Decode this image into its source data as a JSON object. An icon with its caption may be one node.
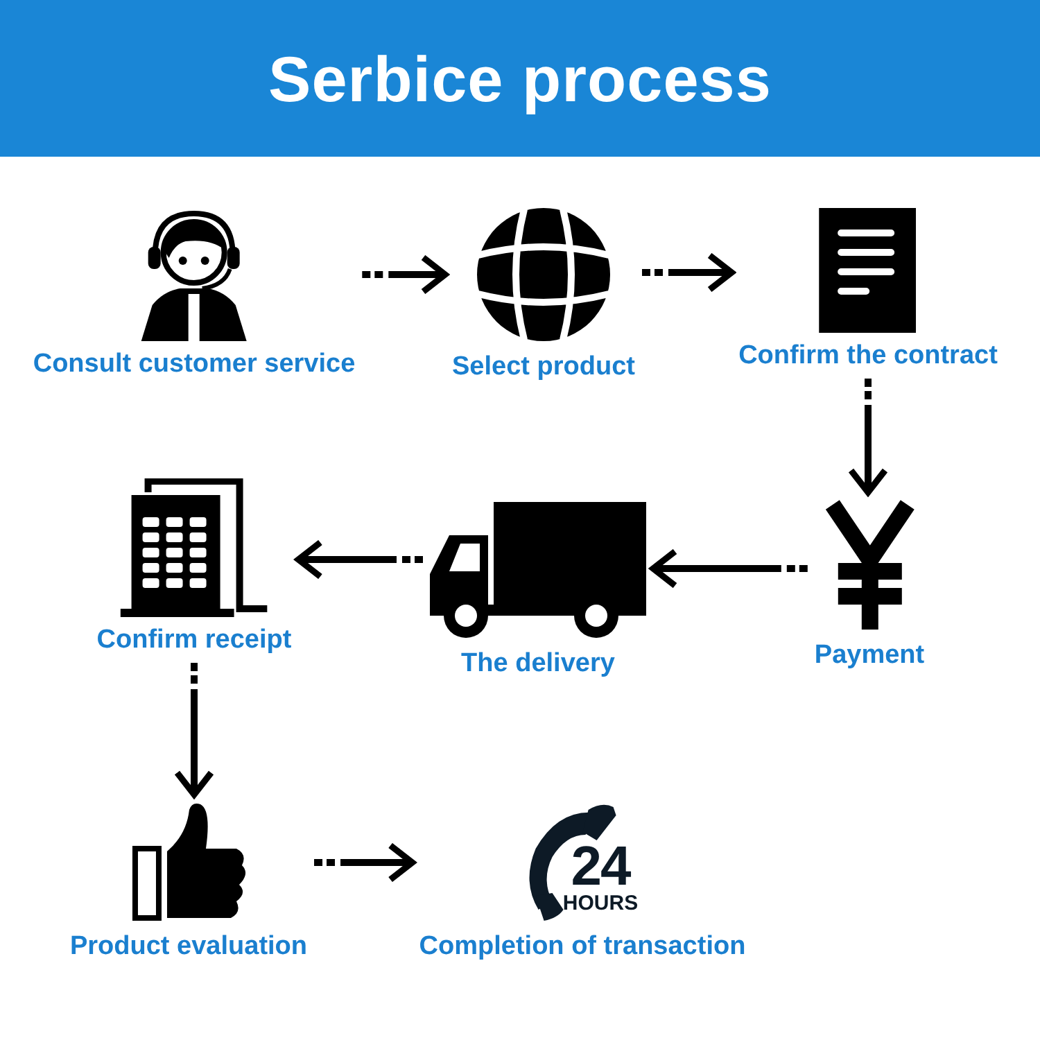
{
  "diagram": {
    "title": "Serbice process",
    "nodes": [
      {
        "text": [
          "Consult customer service"
        ]
      },
      {
        "text": [
          "Select product"
        ]
      },
      {
        "text": [
          "Confirm the contract"
        ]
      },
      {
        "text": [
          "Confirm receipt"
        ]
      },
      {
        "text": [
          "The delivery"
        ]
      },
      {
        "text": [
          "Payment"
        ]
      },
      {
        "text": [
          "Product evaluation"
        ]
      },
      {
        "text": [
          "Completion of transaction"
        ]
      }
    ],
    "edges": [
      {
        "from": 0,
        "to": 1,
        "arrow": "to"
      },
      {
        "from": 1,
        "to": 2,
        "arrow": "to"
      },
      {
        "from": 2,
        "to": 5,
        "arrow": "to"
      },
      {
        "from": 5,
        "to": 4,
        "arrow": "to"
      },
      {
        "from": 4,
        "to": 3,
        "arrow": "to"
      },
      {
        "from": 3,
        "to": 6,
        "arrow": "to"
      },
      {
        "from": 6,
        "to": 7,
        "arrow": "to"
      }
    ],
    "labels": [
      "24",
      "HOURS"
    ]
  }
}
